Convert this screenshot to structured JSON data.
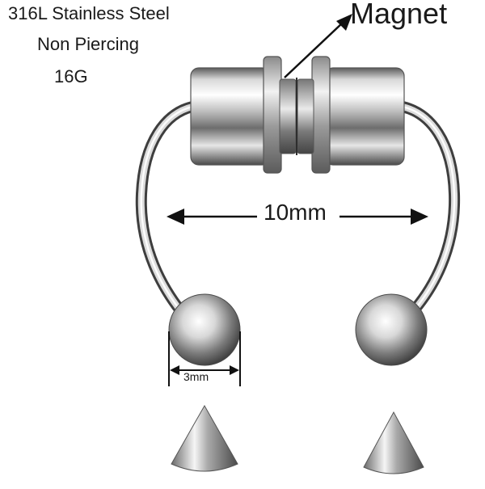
{
  "specs": {
    "material": "316L Stainless Steel",
    "type": "Non Piercing",
    "gauge": "16G"
  },
  "callouts": {
    "magnet": "Magnet",
    "width": "10mm",
    "ball_size": "3mm"
  },
  "colors": {
    "background": "#ffffff",
    "steel_light": "#f4f4f4",
    "steel_mid": "#b8b8b8",
    "steel_dark": "#4a4a4a",
    "annotation": "#111111"
  },
  "icons": {
    "magnet_arrow": "arrow-up-right-icon",
    "width_arrow": "double-arrow-horizontal-icon",
    "ball_arrow": "double-arrow-horizontal-icon"
  }
}
